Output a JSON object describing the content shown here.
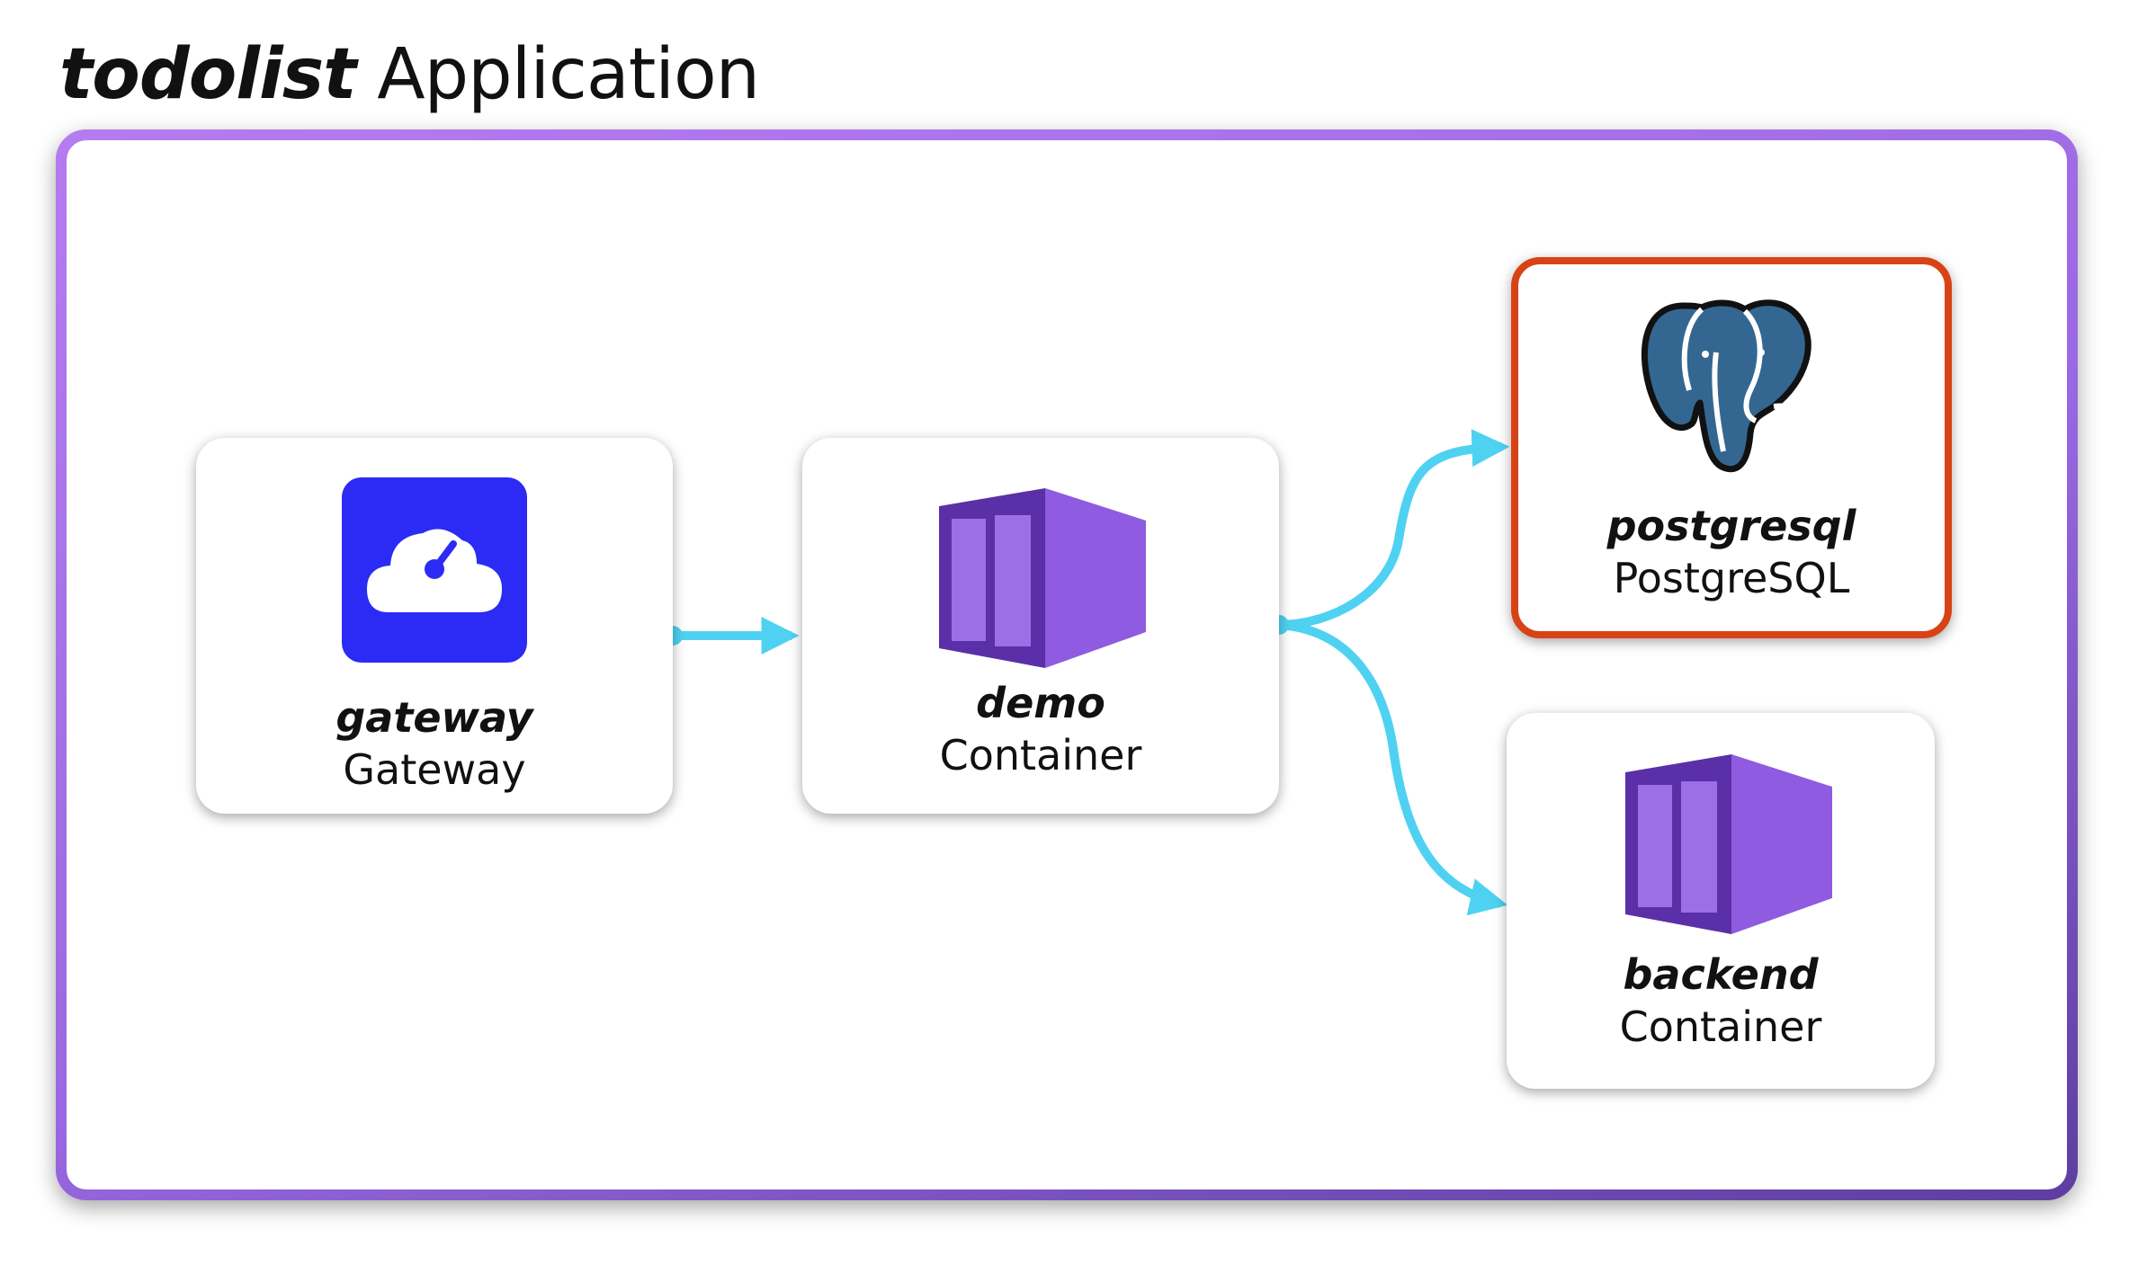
{
  "title": {
    "app_name": "todolist",
    "app_kind": "Application"
  },
  "nodes": {
    "gateway": {
      "name": "gateway",
      "kind": "Gateway",
      "icon": "cloud-gauge-icon",
      "color": "#2b2bf5"
    },
    "demo": {
      "name": "demo",
      "kind": "Container",
      "icon": "container-icon",
      "color": "#7b44d4"
    },
    "postgresql": {
      "name": "postgresql",
      "kind": "PostgreSQL",
      "icon": "postgresql-elephant-icon",
      "color": "#336791",
      "border_color": "#d84315"
    },
    "backend": {
      "name": "backend",
      "kind": "Container",
      "icon": "container-icon",
      "color": "#7b44d4"
    }
  },
  "edges": [
    {
      "from": "gateway",
      "to": "demo"
    },
    {
      "from": "demo",
      "to": "postgresql"
    },
    {
      "from": "demo",
      "to": "backend"
    }
  ],
  "colors": {
    "frame": "#a772e8",
    "edge": "#4fd2f2"
  }
}
